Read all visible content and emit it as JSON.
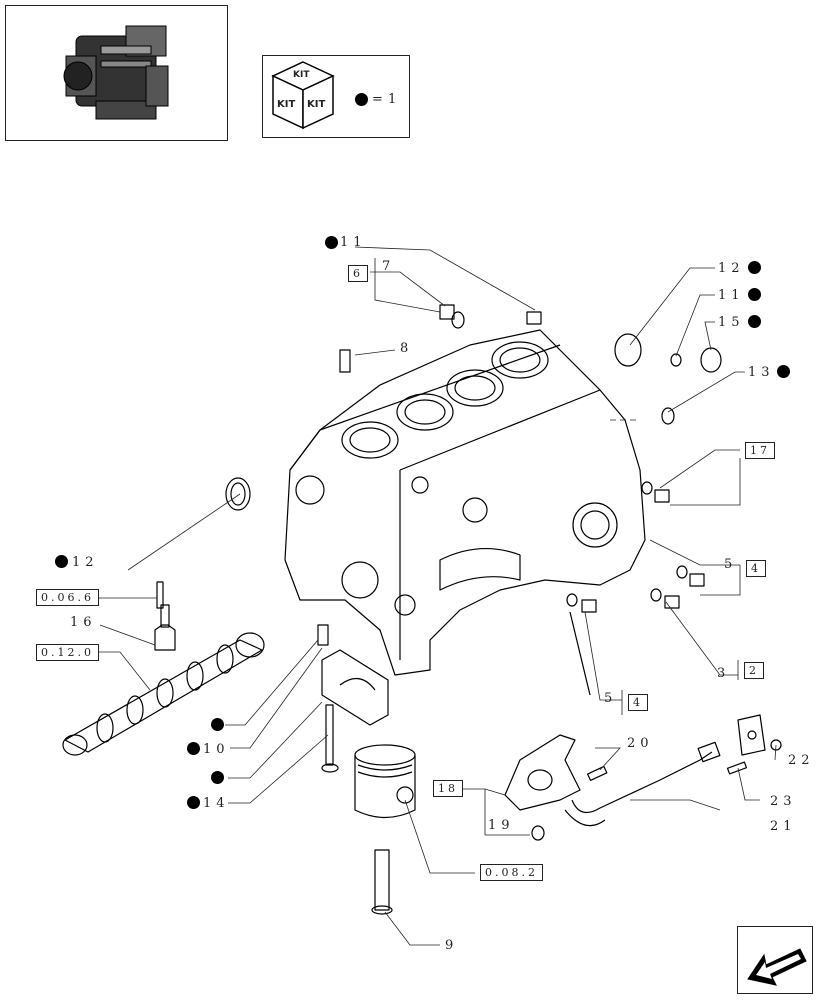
{
  "kit_legend": {
    "kit_text": "KIT",
    "equals": "=",
    "quantity": "1"
  },
  "refs": {
    "r0_06_6": "0.06.6",
    "r0_12_0": "0.12.0",
    "r0_08_2": "0.08.2"
  },
  "parts": {
    "p2": "2",
    "p3": "3",
    "p4a": "4",
    "p4b": "4",
    "p5a": "5",
    "p5b": "5",
    "p6": "6",
    "p7": "7",
    "p8": "8",
    "p9": "9",
    "p10": "10",
    "p11a": "11",
    "p11b": "11",
    "p12a": "12",
    "p12b": "12",
    "p13": "13",
    "p14": "14",
    "p15": "15",
    "p16": "16",
    "p17": "17",
    "p18": "18",
    "p19": "19",
    "p20": "20",
    "p21": "21",
    "p22": "22",
    "p23": "23"
  },
  "icons": {
    "engine": "engine-thumbnail-icon",
    "kit": "kit-cube-icon",
    "nav": "next-page-arrow-icon"
  }
}
